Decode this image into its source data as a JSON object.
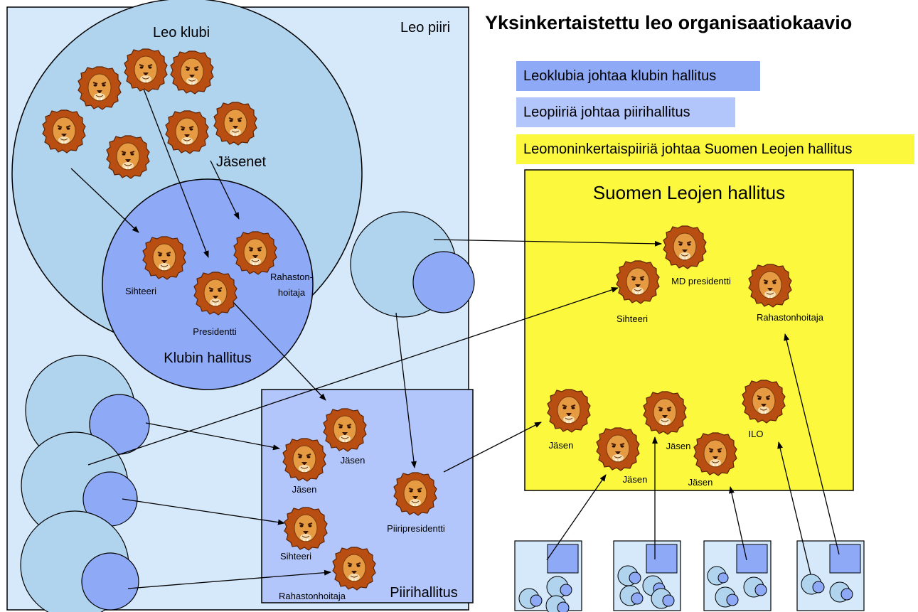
{
  "title": "Yksinkertaistettu leo organisaatiokaavio",
  "legend": {
    "club": "Leoklubia johtaa klubin hallitus",
    "district": "Leopiiriä johtaa piirihallitus",
    "multiple": "Leomoninkertaispiiriä johtaa Suomen Leojen hallitus"
  },
  "district_area": {
    "label": "Leo piiri",
    "club_label": "Leo klubi",
    "members_label": "Jäsenet",
    "club_board_label": "Klubin hallitus",
    "club_board_roles": {
      "secretary": "Sihteeri",
      "treasurer": "Rahaston-\nhoitaja",
      "president": "Presidentti"
    }
  },
  "district_board": {
    "label": "Piirihallitus",
    "roles": {
      "member1": "Jäsen",
      "member2": "Jäsen",
      "president": "Piiripresidentti",
      "secretary": "Sihteeri",
      "treasurer": "Rahastonhoitaja"
    }
  },
  "national_board": {
    "label": "Suomen Leojen hallitus",
    "roles": {
      "md_president": "MD presidentti",
      "secretary": "Sihteeri",
      "treasurer": "Rahastonhoitaja",
      "member1": "Jäsen",
      "member2": "Jäsen",
      "member3": "Jäsen",
      "member4": "Jäsen",
      "ilo": "ILO"
    }
  },
  "colors": {
    "district_bg": "#d5e9fb",
    "club_circle": "#b0d3ee",
    "board_circle": "#8eaaf7",
    "district_board_bg": "#b3c6fb",
    "national_board_bg": "#fbf83e",
    "legend_club": "#8eaaf7",
    "legend_district": "#b3c6fb",
    "legend_multiple": "#fbf83e"
  },
  "icons": [
    "lion-icon"
  ]
}
